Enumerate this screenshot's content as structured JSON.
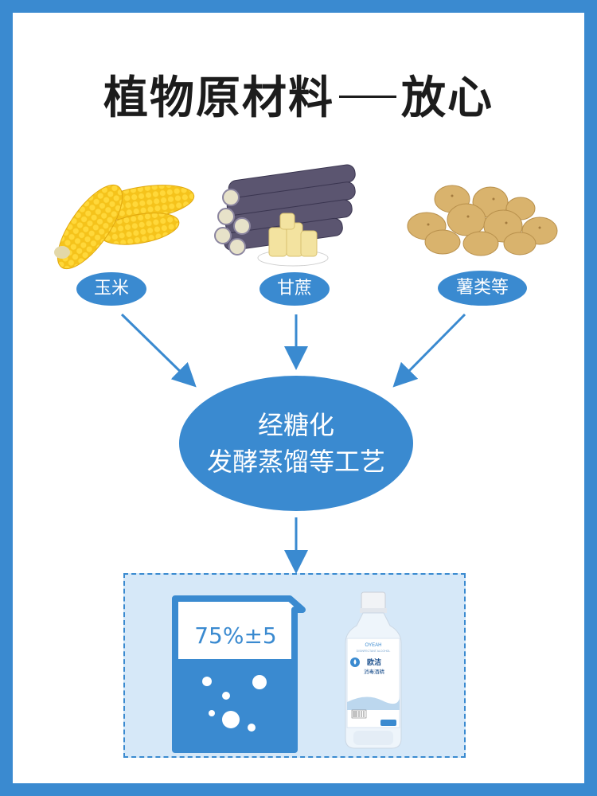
{
  "title": {
    "left": "植物原材料",
    "right": "放心"
  },
  "ingredients": [
    {
      "label": "玉米"
    },
    {
      "label": "甘蔗"
    },
    {
      "label": "薯类等"
    }
  ],
  "process": {
    "line1": "经糖化",
    "line2": "发酵蒸馏等工艺"
  },
  "result": {
    "concentration": "75%±5",
    "bottle": {
      "brand": "OYEAH",
      "subtitle": "DISINFECTANT ALCOHOL",
      "name": "欧洁",
      "product": "消毒酒精"
    }
  },
  "colors": {
    "accent": "#3a8ad0",
    "light": "#d6e8f8"
  }
}
